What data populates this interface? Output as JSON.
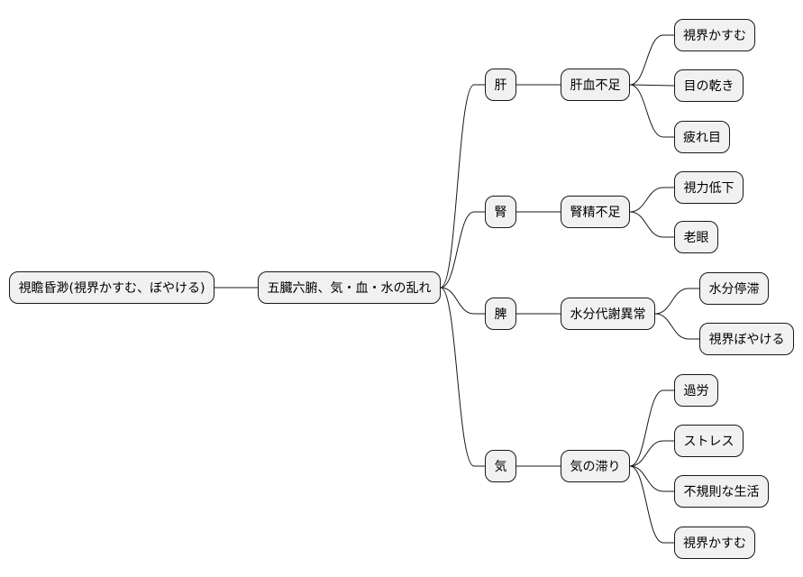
{
  "mindmap": {
    "root": "視瞻昏渺(視界かすむ、ぼやける)",
    "level1": "五臓六腑、気・血・水の乱れ",
    "organs": [
      {
        "name": "肝",
        "condition": "肝血不足",
        "symptoms": [
          "視界かすむ",
          "目の乾き",
          "疲れ目"
        ]
      },
      {
        "name": "腎",
        "condition": "腎精不足",
        "symptoms": [
          "視力低下",
          "老眼"
        ]
      },
      {
        "name": "脾",
        "condition": "水分代謝異常",
        "symptoms": [
          "水分停滞",
          "視界ぼやける"
        ]
      },
      {
        "name": "気",
        "condition": "気の滞り",
        "symptoms": [
          "過労",
          "ストレス",
          "不規則な生活",
          "視界かすむ"
        ]
      }
    ]
  },
  "colors": {
    "node_fill": "#f1f1f1",
    "node_border": "#181818",
    "line": "#181818"
  }
}
